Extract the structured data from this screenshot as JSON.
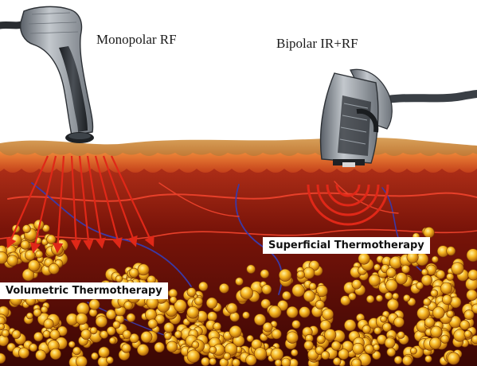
{
  "labels": {
    "monopolar": "Monopolar RF",
    "bipolar": "Bipolar IR+RF",
    "superficial": "Superficial Thermotherapy",
    "volumetric": "Volumetric Thermotherapy"
  },
  "colors": {
    "background": "#ffffff",
    "skin_surface": "#c98a3c",
    "dermis": "#6e1208",
    "fat": "#f2a81c",
    "energy_lines": "#e02818",
    "handpiece": "#8f959c"
  },
  "icons": {
    "left_device": "monopolar-handpiece-icon",
    "right_device": "bipolar-handpiece-icon"
  }
}
